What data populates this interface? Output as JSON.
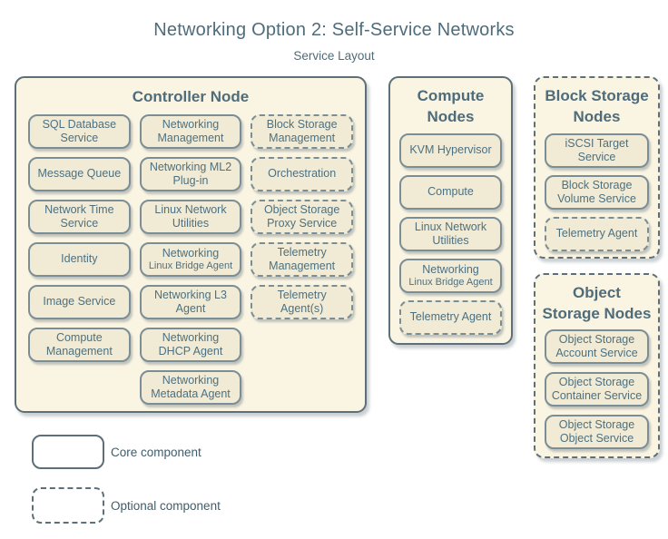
{
  "page": {
    "title": "Networking Option 2: Self-Service Networks",
    "subtitle": "Service Layout"
  },
  "colors": {
    "node_fill": "#faf4e2",
    "item_fill": "#f1ebd5",
    "outer_border": "#5d6f78",
    "item_border": "#7b8e96",
    "text": "#4d7080",
    "title_text": "#4f6c7a",
    "legend_text": "#3f5d6b"
  },
  "nodes": {
    "controller": {
      "title": "Controller Node",
      "optional": false,
      "items": [
        {
          "label": "SQL Database Service",
          "type": "core"
        },
        {
          "label": "Networking Management",
          "type": "core"
        },
        {
          "label": "Block Storage Management",
          "type": "optional"
        },
        {
          "label": "Message Queue",
          "type": "core"
        },
        {
          "label": "Networking ML2 Plug-in",
          "type": "core"
        },
        {
          "label": "Orchestration",
          "type": "optional"
        },
        {
          "label": "Network Time Service",
          "type": "core"
        },
        {
          "label": "Linux Network Utilities",
          "type": "core"
        },
        {
          "label": "Object Storage Proxy Service",
          "type": "optional"
        },
        {
          "label": "Identity",
          "type": "core"
        },
        {
          "label": "Networking",
          "sublabel": "Linux Bridge Agent",
          "type": "core"
        },
        {
          "label": "Telemetry Management",
          "type": "optional"
        },
        {
          "label": "Image Service",
          "type": "core"
        },
        {
          "label": "Networking L3 Agent",
          "type": "core"
        },
        {
          "label": "Telemetry Agent(s)",
          "type": "optional"
        },
        {
          "label": "Compute Management",
          "type": "core"
        },
        {
          "label": "Networking DHCP Agent",
          "type": "core"
        },
        {
          "label": "Networking Metadata Agent",
          "type": "core"
        }
      ]
    },
    "compute": {
      "title": "Compute\nNodes",
      "optional": false,
      "items": [
        {
          "label": "KVM Hypervisor",
          "type": "core"
        },
        {
          "label": "Compute",
          "type": "core"
        },
        {
          "label": "Linux Network Utilities",
          "type": "core"
        },
        {
          "label": "Networking",
          "sublabel": "Linux Bridge Agent",
          "type": "core"
        },
        {
          "label": "Telemetry Agent",
          "type": "optional"
        }
      ]
    },
    "block_storage": {
      "title": "Block Storage\nNodes",
      "optional": true,
      "items": [
        {
          "label": "iSCSI Target Service",
          "type": "core"
        },
        {
          "label": "Block Storage Volume Service",
          "type": "core"
        },
        {
          "label": "Telemetry Agent",
          "type": "optional"
        }
      ]
    },
    "object_storage": {
      "title": "Object\nStorage Nodes",
      "optional": true,
      "items": [
        {
          "label": "Object Storage Account Service",
          "type": "core"
        },
        {
          "label": "Object Storage Container Service",
          "type": "core"
        },
        {
          "label": "Object Storage Object Service",
          "type": "core"
        }
      ]
    }
  },
  "legend": {
    "core_label": "Core component",
    "optional_label": "Optional component"
  }
}
